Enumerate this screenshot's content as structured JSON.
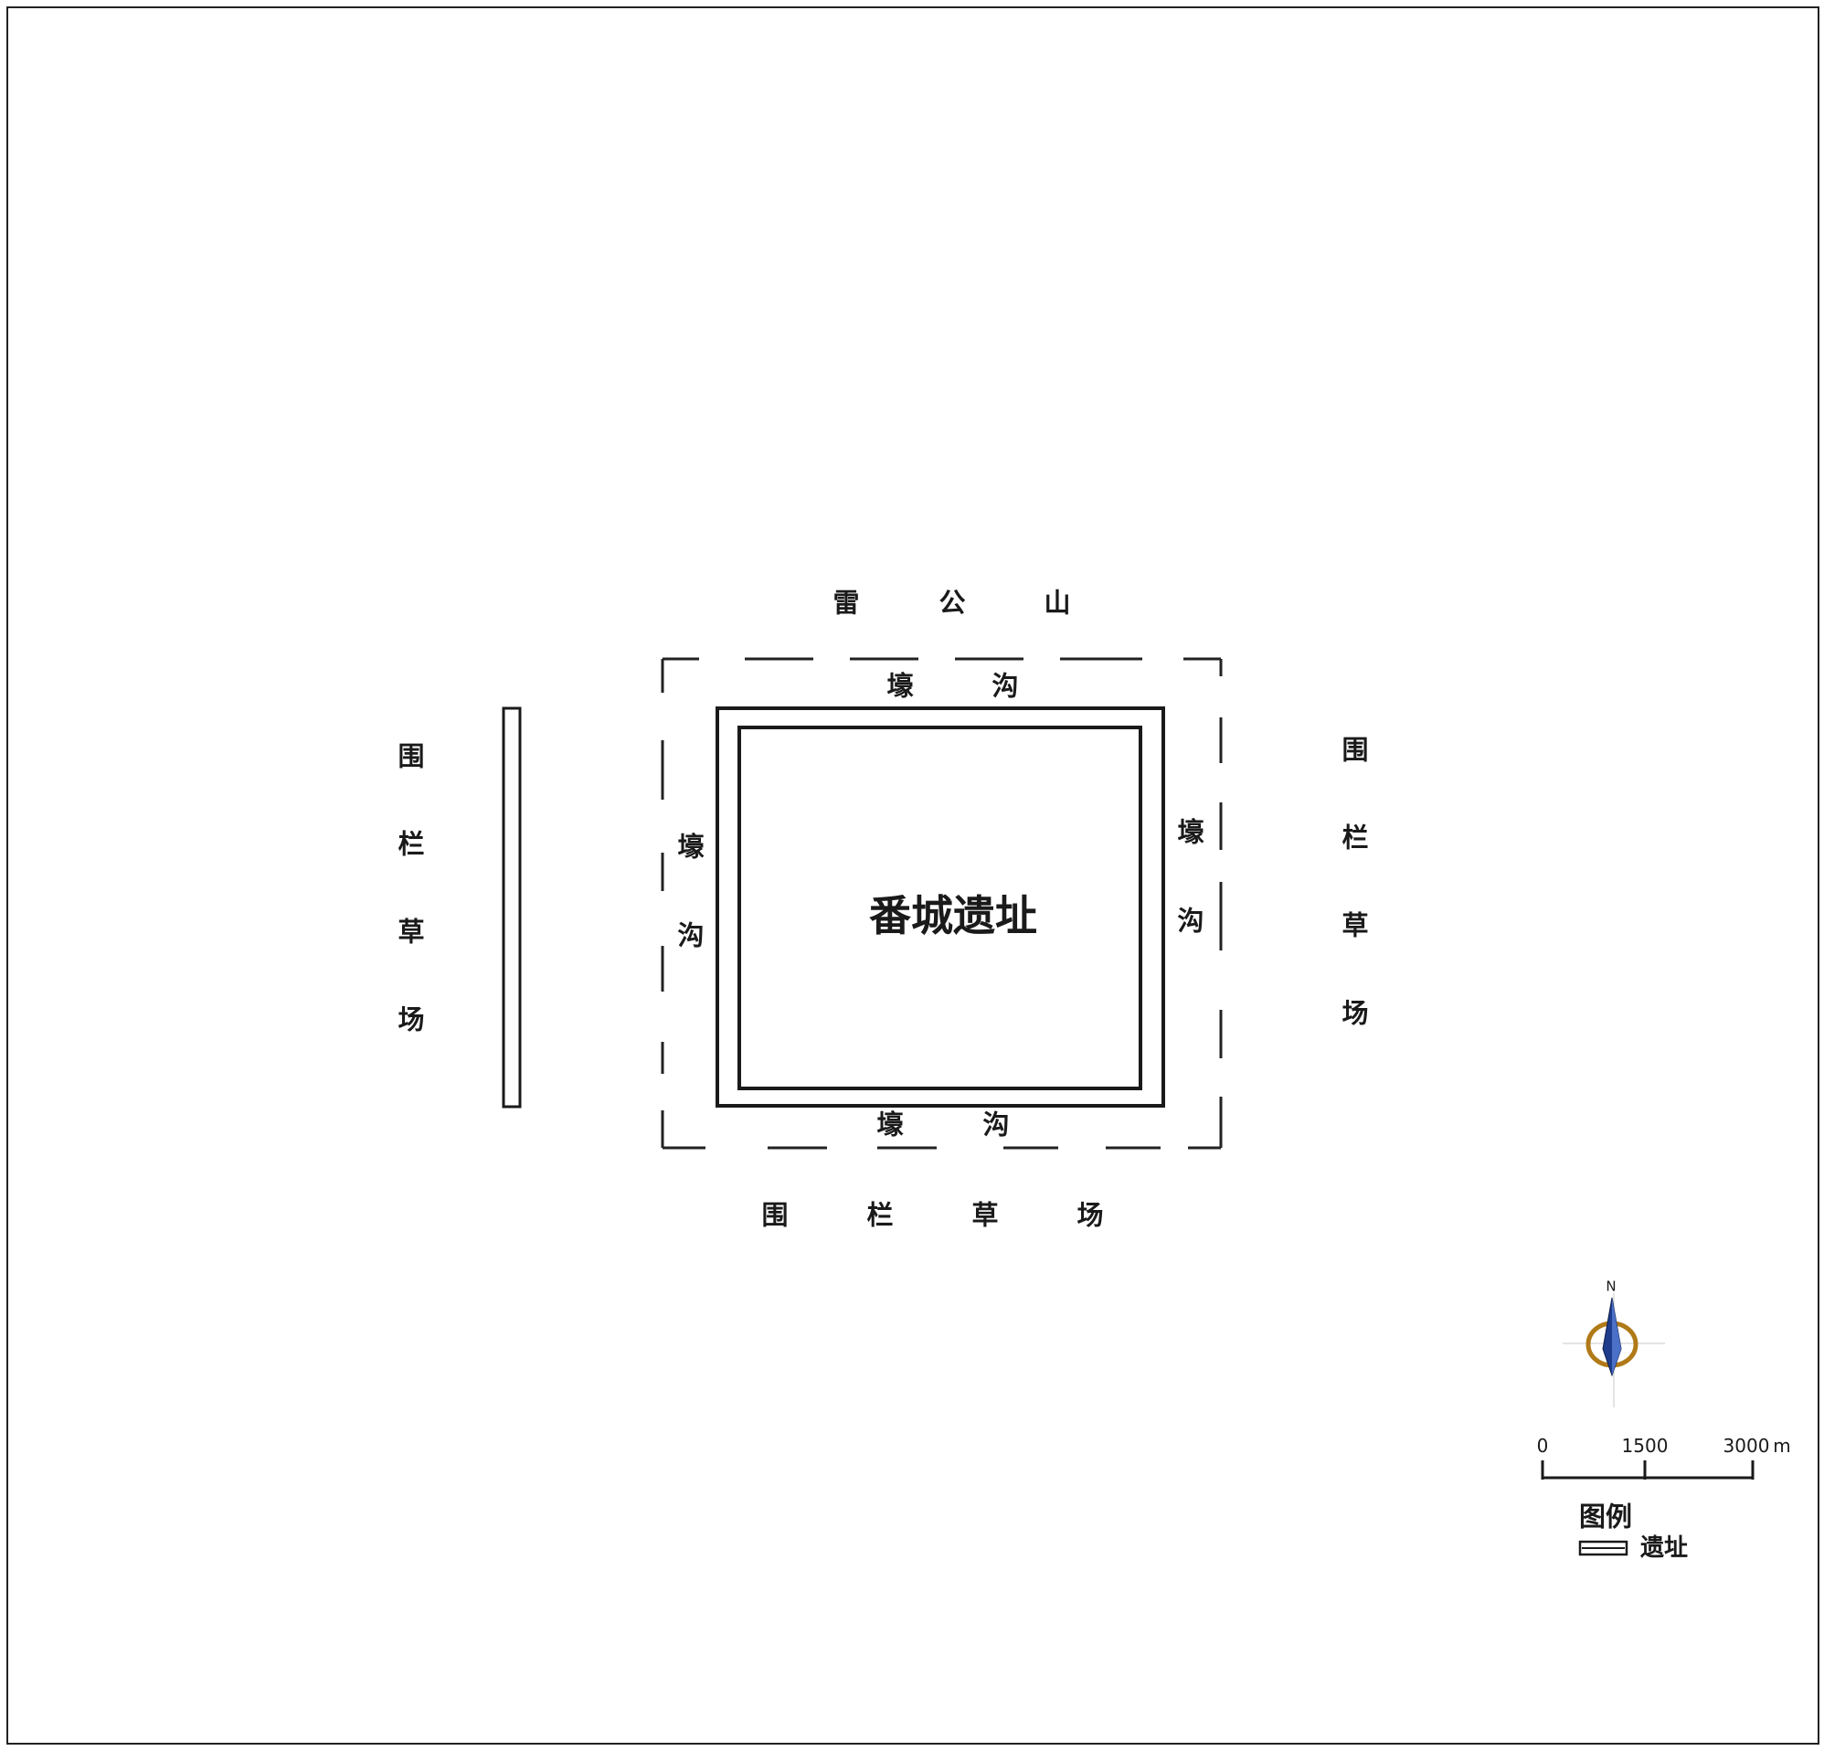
{
  "map": {
    "site_name": "番城遗址",
    "north_label": "雷",
    "north_label_2": "公",
    "north_label_3": "山",
    "moat_top": [
      "壕",
      "沟"
    ],
    "moat_bottom": [
      "壕",
      "沟"
    ],
    "moat_left": [
      "壕",
      "沟"
    ],
    "moat_right": [
      "壕",
      "沟"
    ],
    "left_label": [
      "围",
      "栏",
      "草",
      "场"
    ],
    "right_label": [
      "围",
      "栏",
      "草",
      "场"
    ],
    "bottom_label": [
      "围",
      "栏",
      "草",
      "场"
    ]
  },
  "compass": {
    "north": "N"
  },
  "scale_bar": {
    "ticks": [
      "0",
      "1500",
      "3000"
    ],
    "unit": "m"
  },
  "legend": {
    "title": "图例",
    "items": [
      {
        "label": "遗址",
        "icon": "double-line-symbol"
      }
    ]
  }
}
